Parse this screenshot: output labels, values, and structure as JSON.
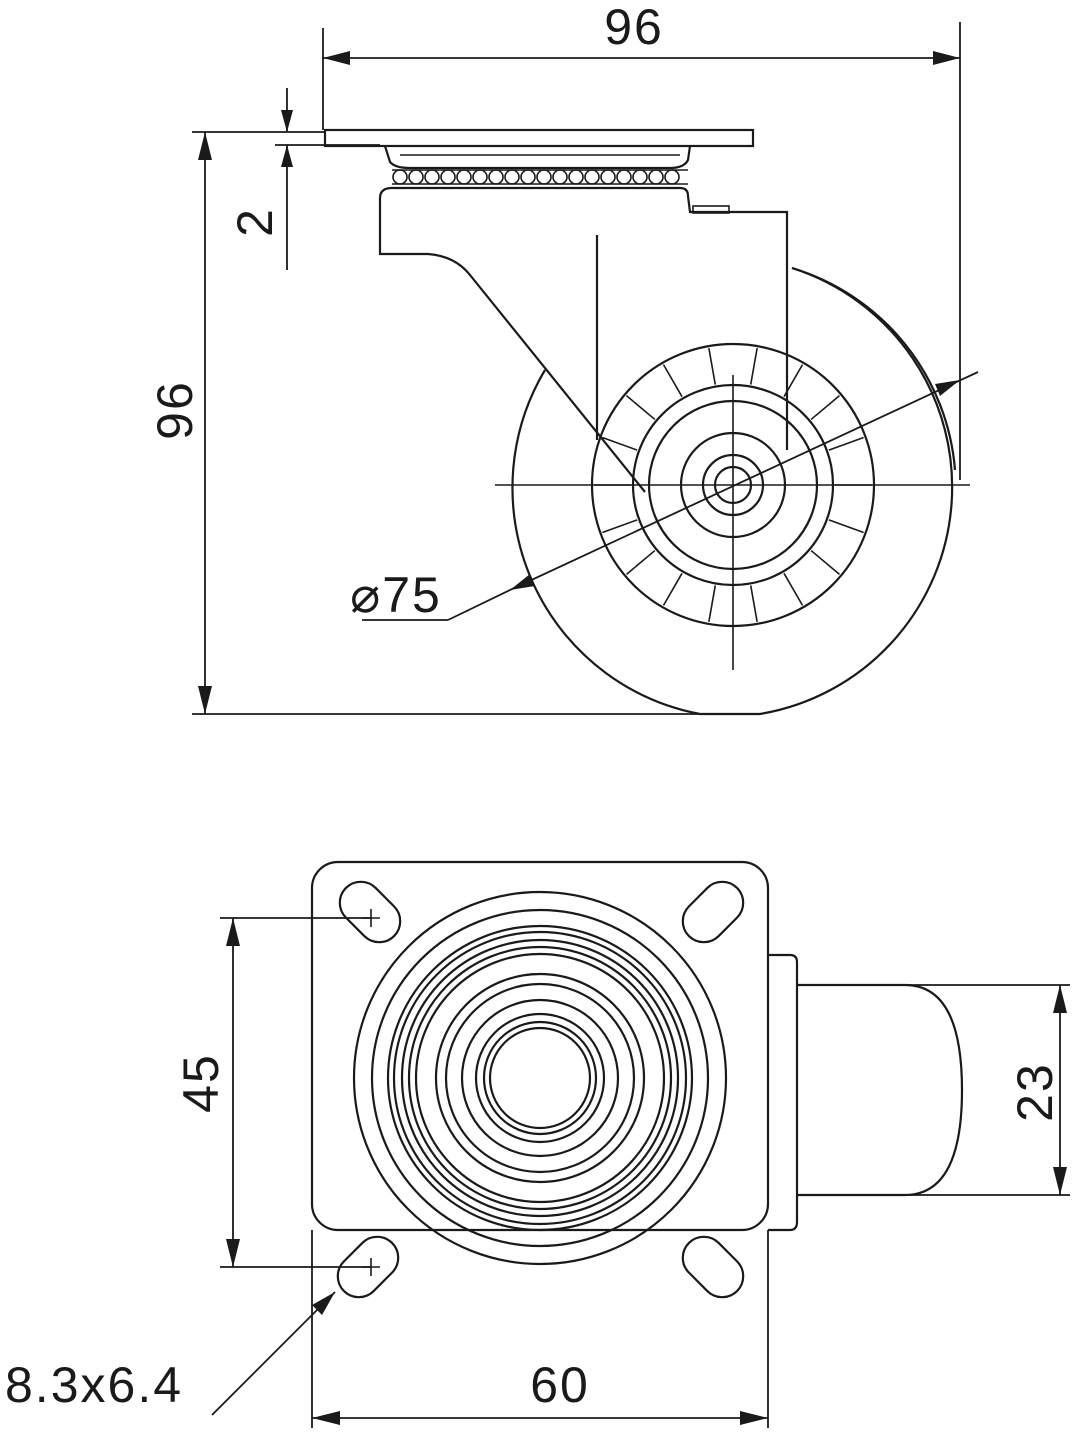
{
  "drawing": {
    "side_view": {
      "overall_width": "96",
      "overall_height": "96",
      "plate_thickness": "2",
      "wheel_diameter": "⌀75"
    },
    "top_view": {
      "hole_spacing": "45",
      "plate_width": "60",
      "wheel_width": "23",
      "hole_size": "8.3x6.4"
    }
  }
}
